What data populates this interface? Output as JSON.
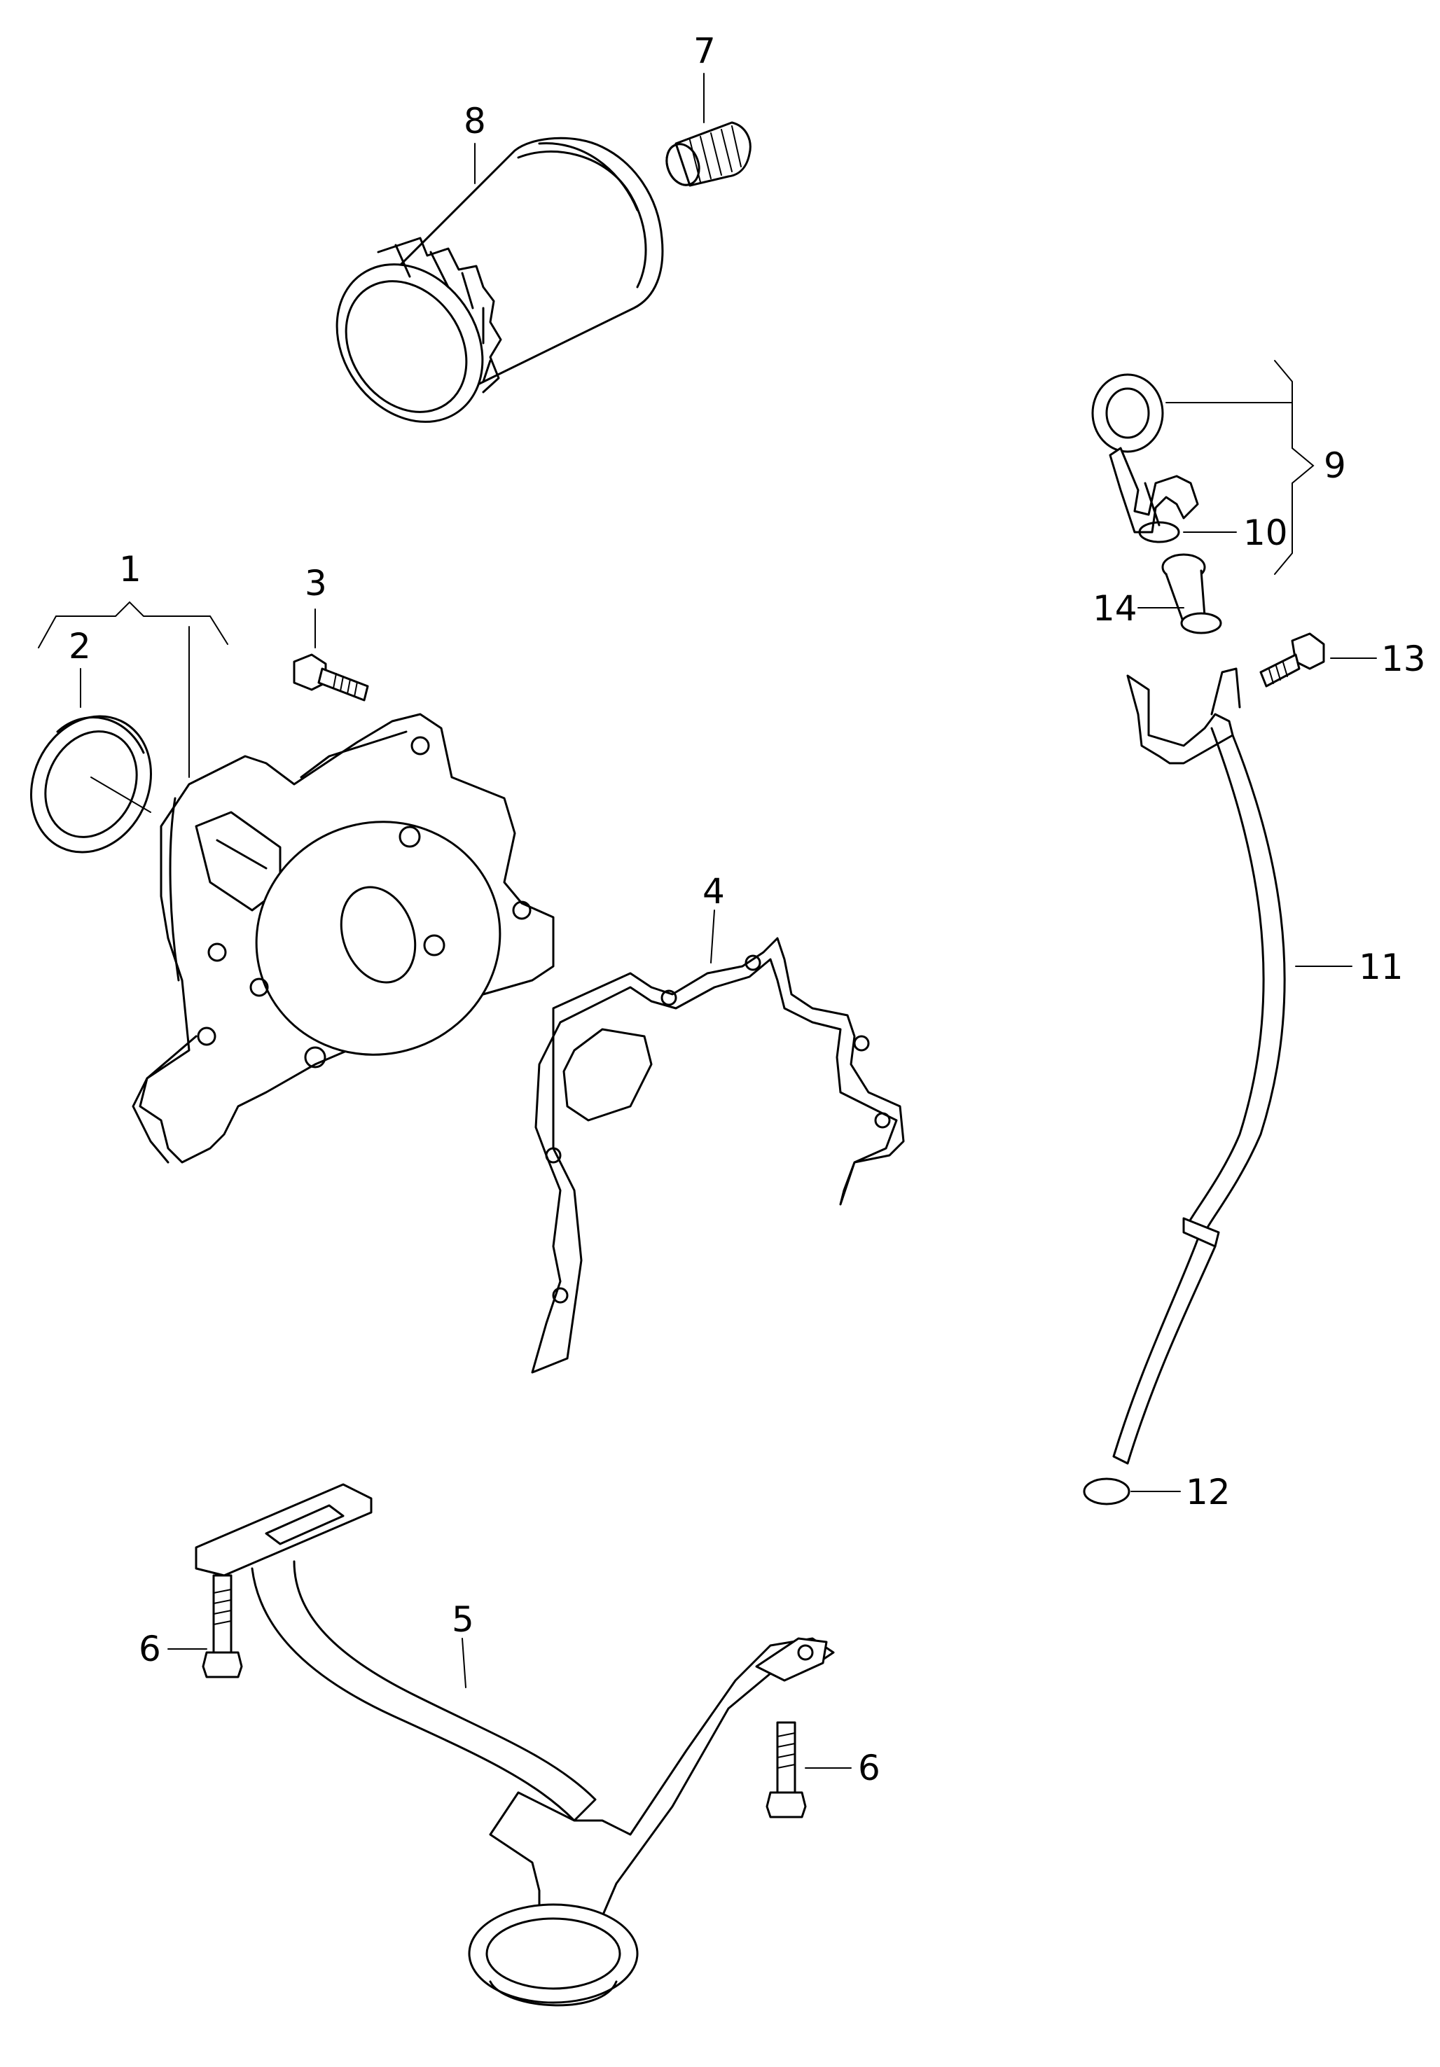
{
  "callouts": {
    "c1": "1",
    "c2": "2",
    "c3": "3",
    "c4": "4",
    "c5": "5",
    "c6a": "6",
    "c6b": "6",
    "c7": "7",
    "c8": "8",
    "c9": "9",
    "c10": "10",
    "c11": "11",
    "c12": "12",
    "c13": "13",
    "c14": "14"
  }
}
